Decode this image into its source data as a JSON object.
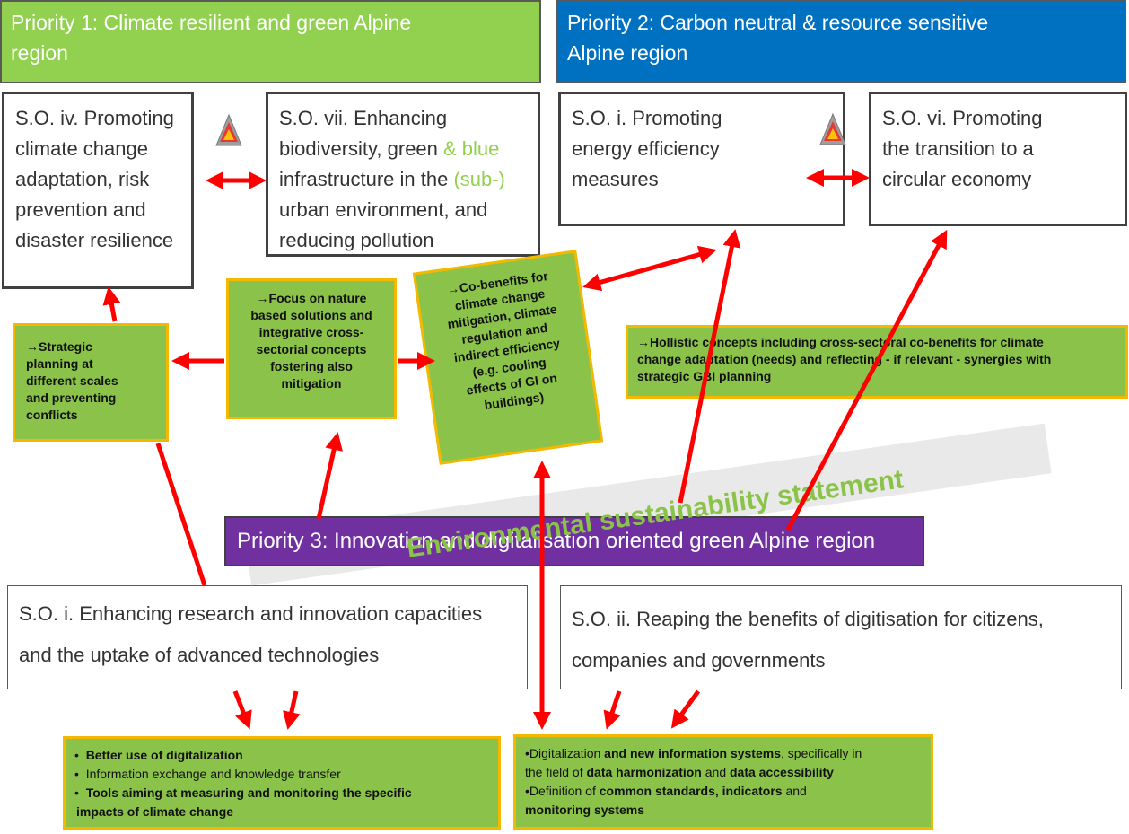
{
  "priority1": {
    "title_line1": "Priority 1: Climate resilient and green Alpine",
    "title_line2": "region"
  },
  "priority2": {
    "title_line1": "Priority 2: Carbon neutral & resource sensitive",
    "title_line2": "Alpine region"
  },
  "priority3": {
    "title": "Priority 3: Innovation and digitalisation oriented green Alpine region"
  },
  "so_iv": {
    "lines": [
      "S.O. iv.  Promoting",
      "climate change",
      "adaptation, risk",
      "prevention and",
      "disaster resilience"
    ]
  },
  "so_vii": {
    "line1": "S.O. vii. Enhancing",
    "line2_a": "biodiversity, green ",
    "line2_b": "& blue",
    "line3_a": "infrastructure in the ",
    "line3_b": "(sub-)",
    "line4": "urban environment, and",
    "line5": "reducing pollution"
  },
  "so_p2_i": {
    "lines": [
      "S.O. i.  Promoting",
      "energy efficiency",
      "measures"
    ]
  },
  "so_p2_vi": {
    "lines": [
      "S.O. vi.  Promoting",
      "the transition to a",
      "circular economy"
    ]
  },
  "so_p3_i": {
    "lines": [
      "S.O. i.  Enhancing research and innovation capacities",
      "and the uptake of advanced technologies"
    ]
  },
  "so_p3_ii": {
    "lines": [
      "S.O. ii. Reaping the benefits of digitisation for citizens,",
      "companies and governments"
    ]
  },
  "green_strategic": {
    "lines": [
      "→Strategic",
      "planning at",
      "different scales",
      "and preventing",
      "conflicts"
    ]
  },
  "green_nature": {
    "lines": [
      "→Focus on nature",
      "based solutions and",
      "integrative cross-",
      "sectorial concepts",
      "fostering also",
      "mitigation"
    ]
  },
  "green_cobenefits": {
    "lines": [
      "→Co-benefits for",
      "climate change",
      "mitigation, climate",
      "regulation  and",
      "indirect efficiency",
      "(e.g. cooling",
      "effects of GI on",
      "buildings)"
    ]
  },
  "green_hollistic": {
    "lines": [
      "→Hollistic concepts including cross-sectoral co-benefits for climate",
      "change adaptation (needs) and reflecting  - if relevant - synergies with",
      "strategic GBI  planning"
    ]
  },
  "bullets_left": {
    "b1": "Better use of digitalization",
    "b2": "Information exchange and knowledge transfer",
    "b3a": "Tools aiming at measuring and monitoring the specific",
    "b3b": "impacts of climate change"
  },
  "bullets_right": {
    "l1_a": "Digitalization ",
    "l1_b": "and new information systems",
    "l1_c": ", specifically in",
    "l2_a": "the field of ",
    "l2_b": "data harmonization",
    "l2_c": " and ",
    "l2_d": "data accessibility",
    "l3_a": "Definition of ",
    "l3_b": "common standards, indicators",
    "l3_c": " and",
    "l4": "monitoring systems"
  },
  "statement": {
    "text": "Environmental sustainability statement"
  },
  "colors": {
    "priority1": "#92D050",
    "priority2": "#0070C0",
    "priority3": "#7030A0",
    "green_box": "#8BC34A",
    "box_border": "#F5B800",
    "arrow": "#FF0000"
  },
  "icons": {
    "warning": "warning-triangle-icon"
  }
}
